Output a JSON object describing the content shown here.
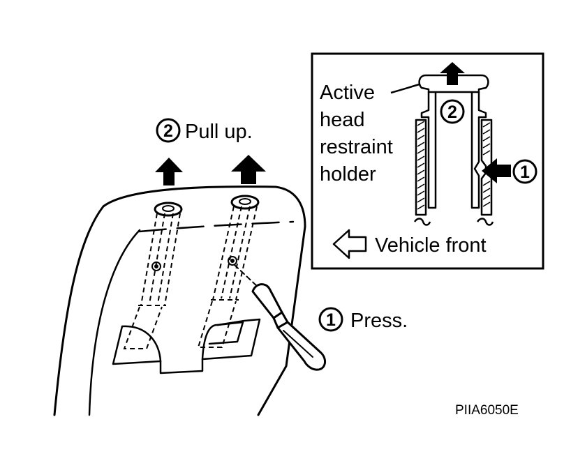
{
  "step2": {
    "number": "2",
    "text": "Pull up."
  },
  "step1": {
    "number": "1",
    "text": "Press."
  },
  "inset": {
    "holder_label": [
      "Active",
      "head",
      "restraint",
      "holder"
    ],
    "marker_up": "2",
    "marker_side": "1",
    "front_label": "Vehicle front"
  },
  "figure_code": "PIIA6050E"
}
